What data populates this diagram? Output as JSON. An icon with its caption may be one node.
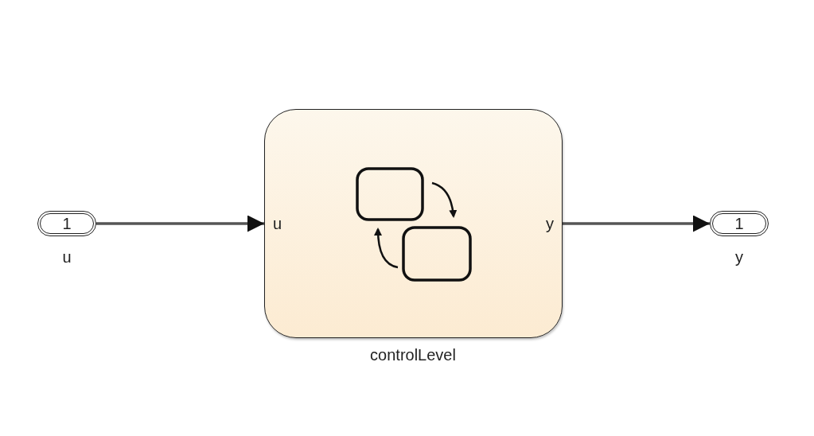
{
  "diagram": {
    "nodes": [
      {
        "text": [
          "1"
        ],
        "beside": [
          "u"
        ]
      },
      {
        "text": [
          "u",
          "y"
        ],
        "beside": [
          "controlLevel"
        ]
      },
      {
        "text": [
          "1"
        ],
        "beside": [
          "y"
        ]
      }
    ],
    "edges": [
      {
        "from": 0,
        "to": 1,
        "arrow": "to"
      },
      {
        "from": 1,
        "to": 2,
        "arrow": "to"
      }
    ]
  }
}
